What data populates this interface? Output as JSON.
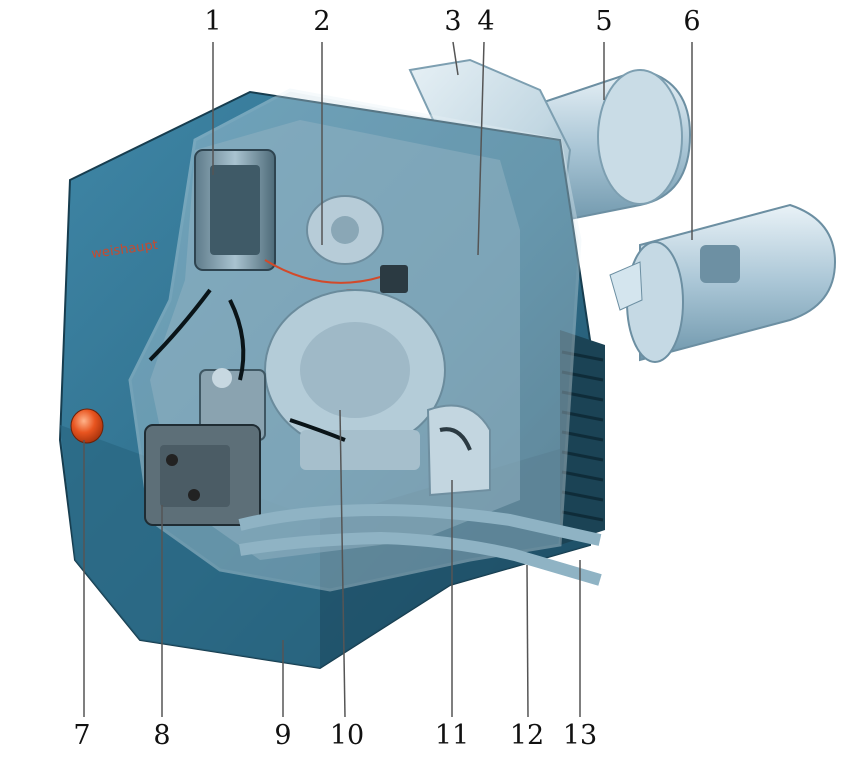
{
  "diagram": {
    "callouts_top": [
      "1",
      "2",
      "3",
      "4",
      "5",
      "6"
    ],
    "callouts_bottom": [
      "7",
      "8",
      "9",
      "10",
      "11",
      "12",
      "13"
    ],
    "brand_text": "weishaupt"
  },
  "colors": {
    "housing": "#2f6f8c",
    "housing_dark": "#1f4f66",
    "metal": "#b9d0dc",
    "cover": "#cfe1ea",
    "motor": "#2e4450",
    "button": "#e8541f",
    "cable": "#0a1418",
    "brand": "#c94a2e"
  }
}
